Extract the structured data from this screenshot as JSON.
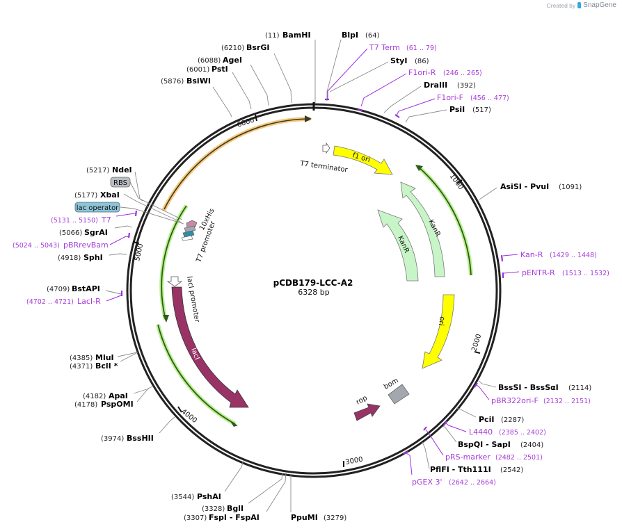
{
  "brand": {
    "created_by": "Created by",
    "app": "SnapGene",
    "logo_icon": "snapgene-logo-icon"
  },
  "plasmid": {
    "name": "pCDB179-LCC-A2",
    "length": "6328 bp"
  },
  "ticks": [
    "1000",
    "2000",
    "3000",
    "4000",
    "5000",
    "6000"
  ],
  "restriction_sites": [
    {
      "name": "BamHI",
      "pos": "(11)"
    },
    {
      "name": "BlpI",
      "pos": "(64)"
    },
    {
      "name": "StyI",
      "pos": "(86)"
    },
    {
      "name": "DraIII",
      "pos": "(392)"
    },
    {
      "name": "PsiI",
      "pos": "(517)"
    },
    {
      "name": "AsiSI   - PvuI",
      "pos": "(1091)"
    },
    {
      "name": "BssSI   - BssSαI",
      "pos": "(2114)"
    },
    {
      "name": "PciI",
      "pos": "(2287)"
    },
    {
      "name": "BspQI   - SapI",
      "pos": "(2404)"
    },
    {
      "name": "PflFI   - Tth111I",
      "pos": "(2542)"
    },
    {
      "name": "PpuMI",
      "pos": "(3279)"
    },
    {
      "name": "FspI   - FspAI",
      "pos": "(3307)"
    },
    {
      "name": "BglI",
      "pos": "(3328)"
    },
    {
      "name": "PshAI",
      "pos": "(3544)"
    },
    {
      "name": "BssHII",
      "pos": "(3974)"
    },
    {
      "name": "PspOMI",
      "pos": "(4178)"
    },
    {
      "name": "ApaI",
      "pos": "(4182)"
    },
    {
      "name": "BclI *",
      "pos": "(4371)"
    },
    {
      "name": "MluI",
      "pos": "(4385)"
    },
    {
      "name": "BstAPI",
      "pos": "(4709)"
    },
    {
      "name": "SphI",
      "pos": "(4918)"
    },
    {
      "name": "SgrAI",
      "pos": "(5066)"
    },
    {
      "name": "XbaI",
      "pos": "(5177)"
    },
    {
      "name": "NdeI",
      "pos": "(5217)"
    },
    {
      "name": "BsiWI",
      "pos": "(5876)"
    },
    {
      "name": "PstI",
      "pos": "(6001)"
    },
    {
      "name": "AgeI",
      "pos": "(6088)"
    },
    {
      "name": "BsrGI",
      "pos": "(6210)"
    }
  ],
  "primers": [
    {
      "name": "T7 Term",
      "range": "(61 .. 79)"
    },
    {
      "name": "F1ori-R",
      "range": "(246 .. 265)"
    },
    {
      "name": "F1ori-F",
      "range": "(456 .. 477)"
    },
    {
      "name": "Kan-R",
      "range": "(1429 .. 1448)"
    },
    {
      "name": "pENTR-R",
      "range": "(1513 .. 1532)"
    },
    {
      "name": "pBR322ori-F",
      "range": "(2132 .. 2151)"
    },
    {
      "name": "L4440",
      "range": "(2385 .. 2402)"
    },
    {
      "name": "pRS-marker",
      "range": "(2482 .. 2501)"
    },
    {
      "name": "pGEX 3'",
      "range": "(2642 .. 2664)"
    },
    {
      "name": "LacI-R",
      "range": "(4702 .. 4721)"
    },
    {
      "name": "pBRrevBam",
      "range": "(5024 .. 5043)"
    },
    {
      "name": "T7",
      "range": "(5131 .. 5150)"
    }
  ],
  "boxed_features": [
    {
      "name": "RBS",
      "color": "#b9bdc2"
    },
    {
      "name": "lac operator",
      "color": "#8fc3d6"
    }
  ],
  "features": {
    "t7_terminator": "T7 terminator",
    "f1_ori": "f1 ori",
    "kanr_outer": "KanR",
    "kanr_inner": "KanR",
    "ori": "ori",
    "bom": "bom",
    "rop": "rop",
    "laci": "lacI",
    "laci_promoter": "lacI promoter",
    "his_tag": "10xHis",
    "t7_promoter": "T7 promoter"
  },
  "colors": {
    "backbone": "#222222",
    "primer": "#a63bd9",
    "f1_ori": "#ffff00",
    "kanr": "#c8f5c8",
    "laci": "#993366",
    "bom": "#a3a8ae",
    "orf_green": "#b7f08a",
    "orf_orange": "#f7c87a"
  }
}
